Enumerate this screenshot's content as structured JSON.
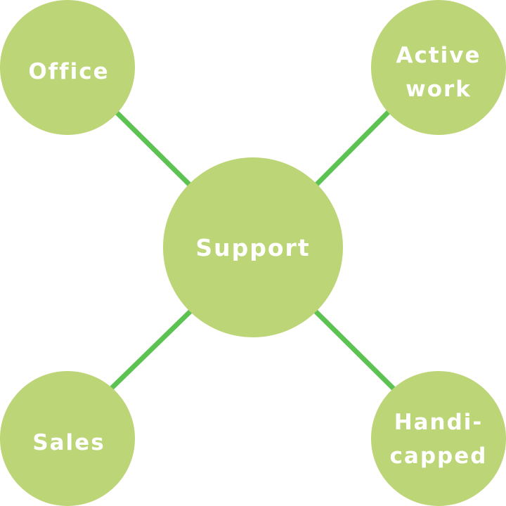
{
  "diagram": {
    "colors": {
      "node_fill": "#bcd577",
      "connector": "#5cc352",
      "label": "#ffffff",
      "background": "#ffffff"
    },
    "center": {
      "label": "Support"
    },
    "nodes": {
      "top_left": {
        "lines": [
          "Office"
        ]
      },
      "top_right": {
        "lines": [
          "Active",
          "work"
        ]
      },
      "bottom_left": {
        "lines": [
          "Sales"
        ]
      },
      "bottom_right": {
        "lines": [
          "Handi-",
          "capped"
        ]
      }
    }
  }
}
